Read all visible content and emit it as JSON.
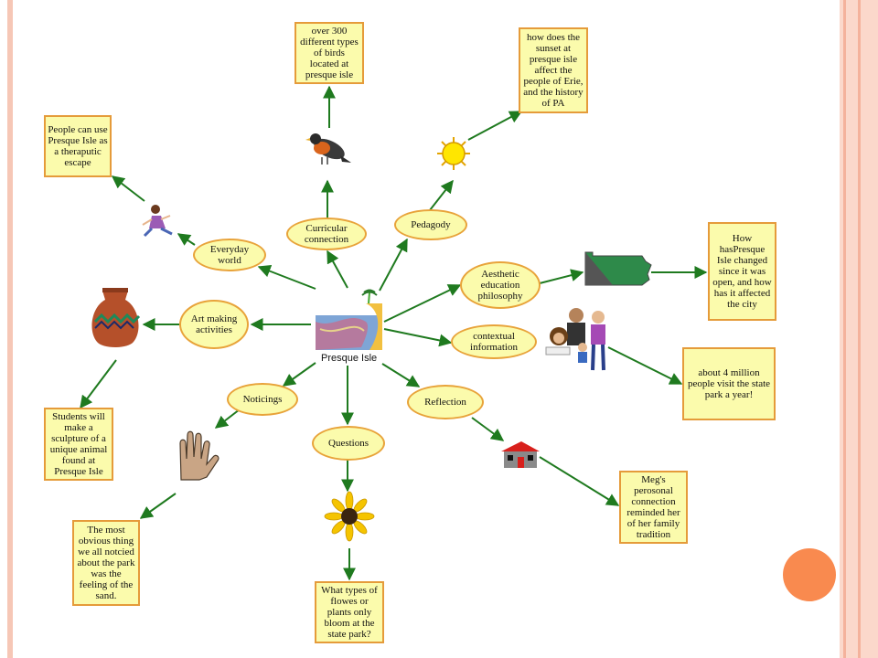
{
  "center": {
    "label": "Presque Isle"
  },
  "ovals": {
    "curricular": "Curricular connection",
    "pedagogy": "Pedagody",
    "everyday": "Everyday world",
    "art": "Art making activities",
    "aesthetic": "Aesthetic education philosophy",
    "contextual": "contextual information",
    "noticings": "Noticings",
    "questions": "Questions",
    "reflection": "Reflection"
  },
  "boxes": {
    "birds": "over 300 different types of birds located at presque isle",
    "sunset": "how does the sunset at presque isle affect the people of Erie, and the history of PA",
    "therapeutic": "People can use Presque Isle as a theraputic escape",
    "changed": "How hasPresque Isle changed since it was open, and how has it affected the city",
    "visitors": "about 4 million people visit the state park a year!",
    "sculpture": "Students will make a sculpture of a unique animal found at Presque Isle",
    "sand": "The most obvious thing we all notcied about the park was the feeling of the sand.",
    "flowers": "What types of flowes or plants only bloom at the state park?",
    "meg": "Meg's perosonal connection reminded her of her family tradition"
  },
  "colors": {
    "arrow": "#1f7a1f",
    "box_fill": "#fbfbac",
    "box_border": "#e59b3a",
    "accent_dot": "#f98a4f"
  },
  "icons": [
    "bird-icon",
    "sun-icon",
    "running-girl-icon",
    "vase-icon",
    "pennsylvania-map-icon",
    "family-icon",
    "hand-icon",
    "sunflower-icon",
    "house-icon",
    "island-icon"
  ]
}
